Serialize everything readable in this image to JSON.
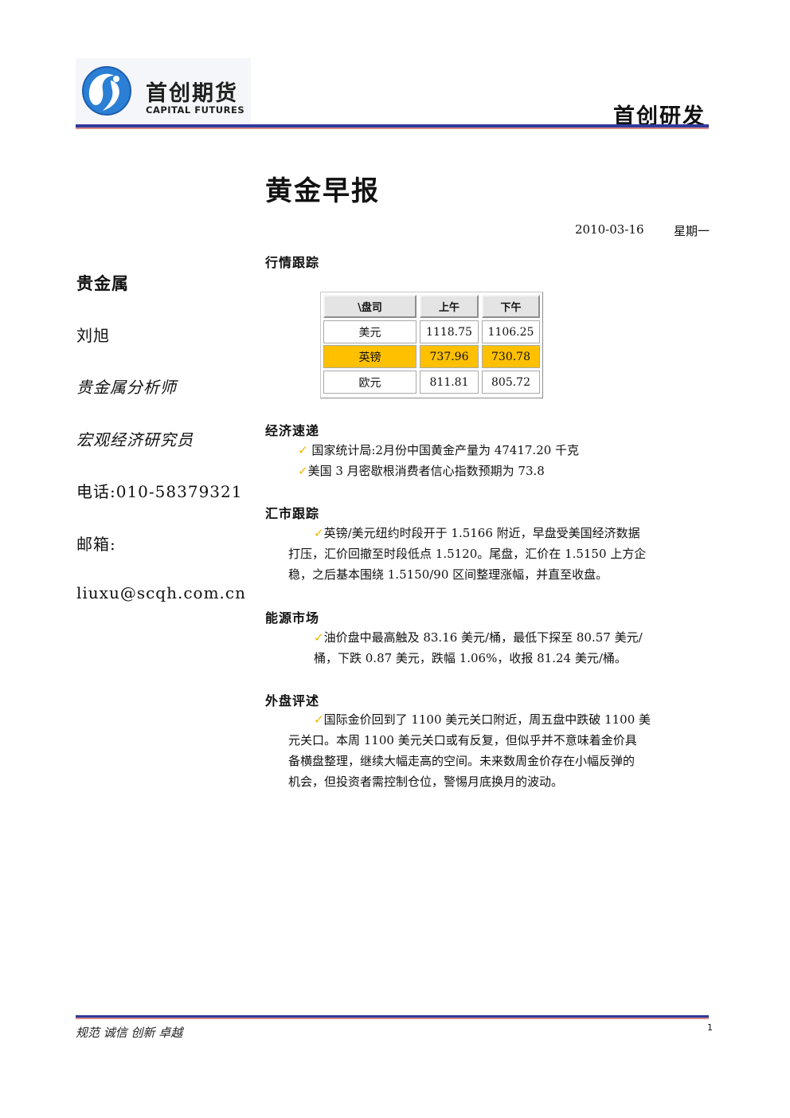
{
  "header": {
    "logo_cn": "首创期货",
    "logo_en": "CAPITAL FUTURES",
    "department": "首创研发"
  },
  "report": {
    "title": "黄金早报",
    "date": "2010-03-16",
    "weekday": "星期一"
  },
  "sidebar": {
    "category": "贵金属",
    "author": "刘旭",
    "role1": "贵金属分析师",
    "role2": "宏观经济研究员",
    "phone": "电话:010-58379321",
    "email_label": "邮箱:",
    "email": "liuxu@scqh.com.cn"
  },
  "market": {
    "heading": "行情跟踪",
    "table": {
      "headers": [
        "\\盘司",
        "上午",
        "下午"
      ],
      "rows": [
        {
          "name": "美元",
          "am": "1118.75",
          "pm": "1106.25",
          "highlight": false
        },
        {
          "name": "英镑",
          "am": "737.96",
          "pm": "730.78",
          "highlight": true
        },
        {
          "name": "欧元",
          "am": "811.81",
          "pm": "805.72",
          "highlight": false
        }
      ],
      "highlight_color": "#ffc000"
    }
  },
  "economy": {
    "heading": "经济速递",
    "items": [
      " 国家统计局:2月份中国黄金产量为 47417.20 千克",
      "美国 3 月密歇根消费者信心指数预期为 73.8"
    ]
  },
  "fx": {
    "heading": "汇市跟踪",
    "lines": [
      "英镑/美元纽约时段开于 1.5166 附近，早盘受美国经济数据",
      "打压，汇价回撤至时段低点 1.5120。尾盘，汇价在 1.5150 上方企",
      "稳，之后基本围绕 1.5150/90 区间整理涨幅，并直至收盘。"
    ]
  },
  "energy": {
    "heading": "能源市场",
    "lines": [
      "油价盘中最高触及 83.16 美元/桶，最低下探至 80.57 美元/",
      "桶，下跌 0.87 美元，跌幅 1.06%，收报 81.24 美元/桶。"
    ]
  },
  "overseas": {
    "heading": "外盘评述",
    "lines": [
      "国际金价回到了 1100 美元关口附近，周五盘中跌破 1100 美",
      "元关口。本周 1100 美元关口或有反复，但似乎并不意味着金价具",
      "备横盘整理，继续大幅走高的空间。未来数周金价存在小幅反弹的",
      "机会，但投资者需控制仓位，警惕月底换月的波动。"
    ]
  },
  "footer": {
    "motto": "规范  诚信  创新  卓越",
    "page": "1"
  },
  "icons": {
    "check": "check-icon",
    "logo": "capital-futures-logo-icon"
  },
  "colors": {
    "brand_blue": "#2e3a9b",
    "check_yellow": "#f0b400"
  }
}
